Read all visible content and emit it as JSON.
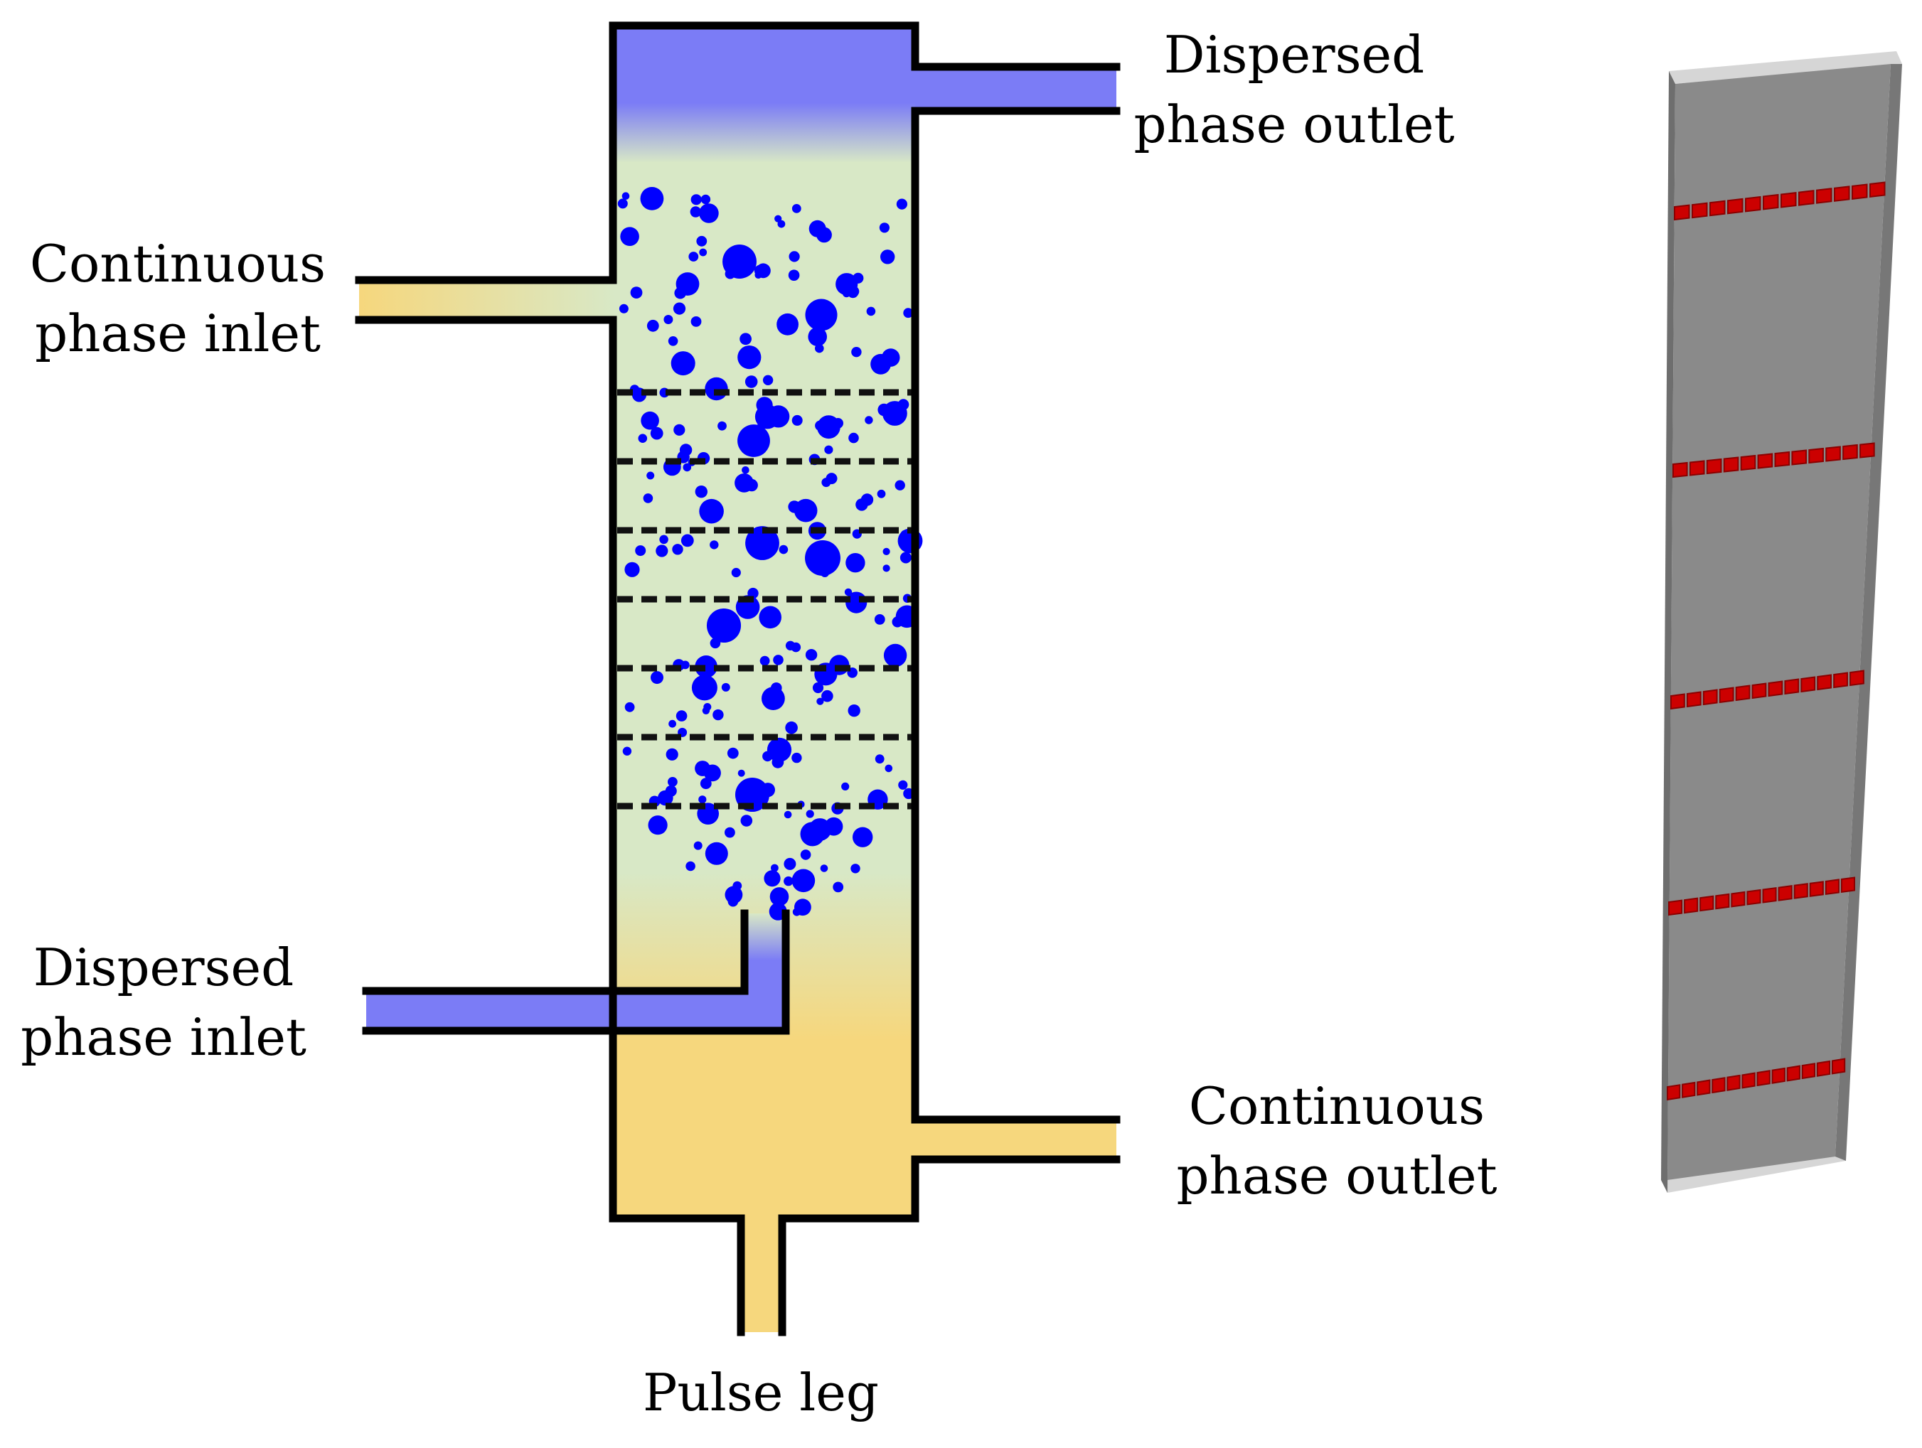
{
  "labels": {
    "dispersed_outlet": [
      "Dispersed",
      "phase outlet"
    ],
    "continuous_inlet": [
      "Continuous",
      "phase inlet"
    ],
    "dispersed_inlet": [
      "Dispersed",
      "phase inlet"
    ],
    "continuous_outlet": [
      "Continuous",
      "phase outlet"
    ],
    "pulse_leg": "Pulse leg"
  },
  "colors": {
    "dispersed_phase": "#7b7cf6",
    "continuous_phase": "#f6d77d",
    "mixing_zone": "#d8e8c6",
    "droplets": "#0000ff",
    "walls": "#000000",
    "sieve_plates": "#111111",
    "plate_insert": "#8a8a8a",
    "plate_holes": "#cc0000"
  },
  "sieve_plate_count": 7,
  "insert_plate_count": 5
}
